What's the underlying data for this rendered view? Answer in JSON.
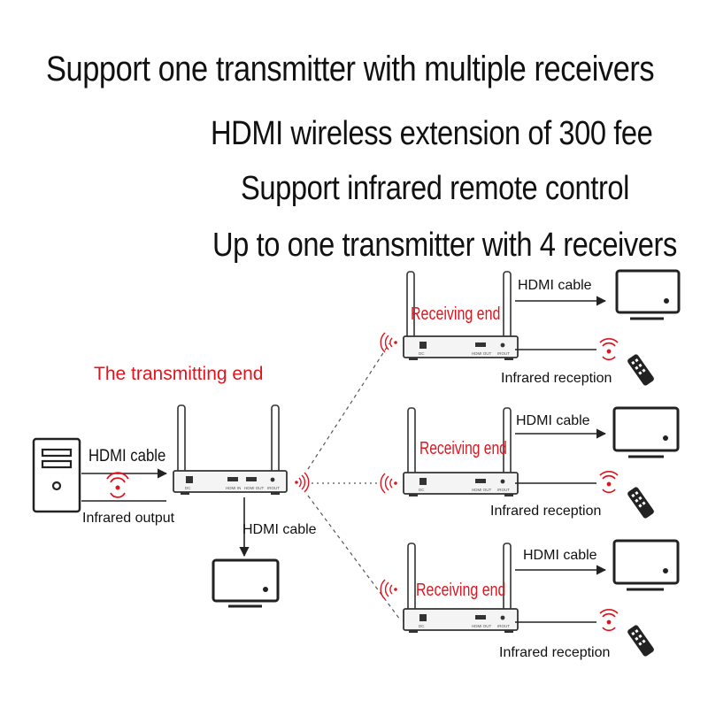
{
  "headlines": {
    "line1": "Support one transmitter with multiple receivers",
    "line2": "HDMI wireless extension of 300 fee",
    "line3": "Support infrared remote control",
    "line4": "Up to one transmitter with 4 receivers"
  },
  "transmitter": {
    "title": "The transmitting end",
    "hdmi_in_label": "HDMI cable",
    "ir_output_label": "Infrared output",
    "hdmi_out_label": "HDMI cable",
    "port_dc": "DC",
    "port_hdmi_in": "HDMI IN",
    "port_hdmi_out": "HDMI OUT",
    "port_ir": "IROUT"
  },
  "receivers": [
    {
      "title": "Receiving end",
      "hdmi_label": "HDMI cable",
      "ir_label": "Infrared reception",
      "port_dc": "DC",
      "port_hdmi": "HDMI OUT",
      "port_ir": "IROUT"
    },
    {
      "title": "Receiving end",
      "hdmi_label": "HDMI cable",
      "ir_label": "Infrared reception",
      "port_dc": "DC",
      "port_hdmi": "HDMI OUT",
      "port_ir": "IROUT"
    },
    {
      "title": "Receiving end",
      "hdmi_label": "HDMI cable",
      "ir_label": "Infrared reception",
      "port_dc": "DC",
      "port_hdmi": "HDMI OUT",
      "port_ir": "IROUT"
    }
  ],
  "colors": {
    "accent_red": "#e0141e",
    "line": "#222222",
    "dashed": "#555555"
  }
}
